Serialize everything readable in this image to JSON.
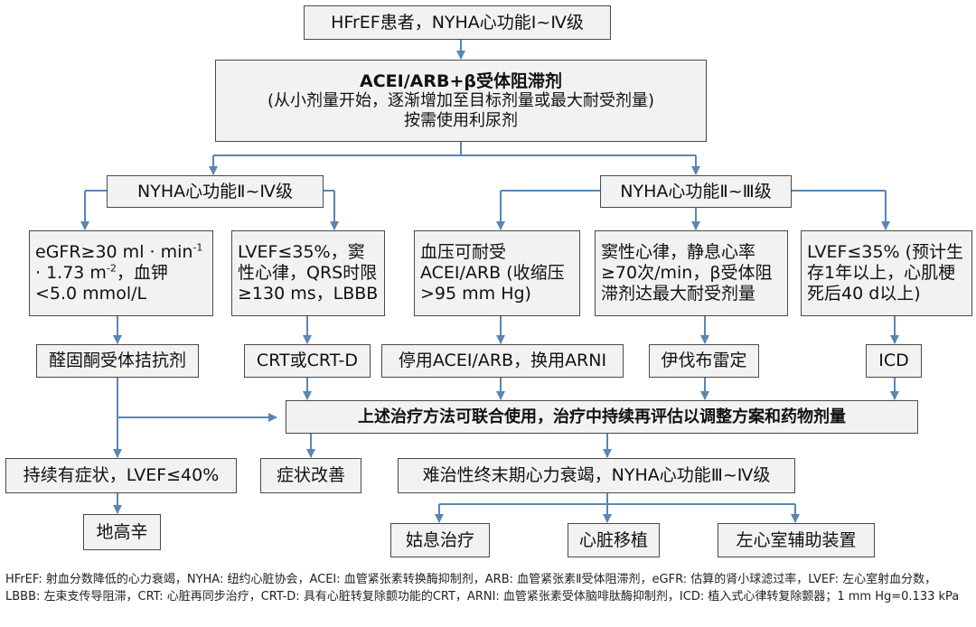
{
  "nodes": {
    "top": "HFrEF患者，NYHA心功能Ⅰ~Ⅳ级",
    "acei_title": "ACEI/ARB+β受体阻滞剂",
    "acei_sub": "(从小剂量开始，逐渐增加至目标剂量或最大耐受剂量)",
    "acei_sub2": "按需使用利尿剂",
    "left_branch": "NYHA心功能Ⅱ~Ⅳ级",
    "right_branch": "NYHA心功能Ⅱ~Ⅲ级",
    "egfr_a": "eGFR≥30 ml · min",
    "egfr_sup1": "-1",
    "egfr_b": "· 1.73 m",
    "egfr_sup2": "-2",
    "egfr_c": "，血钾<5.0 mmol/L",
    "lvef_crt": "LVEF≤35%，窦性心律，QRS时限≥130 ms，LBBB",
    "bp": "血压可耐受ACEI/ARB (收缩压>95 mm Hg)",
    "sinus": "窦性心律，静息心率≥70次/min，β受体阻滞剂达最大耐受剂量",
    "lvef_icd": "LVEF≤35% (预计生存1年以上，心肌梗死后40 d以上)",
    "mra": "醛固酮受体拮抗剂",
    "crt": "CRT或CRT-D",
    "arni": "停用ACEI/ARB，换用ARNI",
    "ivabradine": "伊伐布雷定",
    "icd": "ICD",
    "combine": "上述治疗方法可联合使用，治疗中持续再评估以调整方案和药物剂量",
    "persist": "持续有症状，LVEF≤40%",
    "improve": "症状改善",
    "refractory": "难治性终末期心力衰竭，NYHA心功能Ⅲ~Ⅳ级",
    "digoxin": "地高辛",
    "palliative": "姑息治疗",
    "transplant": "心脏移植",
    "lvad": "左心室辅助装置"
  },
  "footnote": "HFrEF: 射血分数降低的心力衰竭，NYHA: 纽约心脏协会，ACEI: 血管紧张素转换酶抑制剂，ARB: 血管紧张素Ⅱ受体阻滞剂，eGFR: 估算的肾小球滤过率，LVEF: 左心室射血分数，LBBB: 左束支传导阻滞，CRT: 心脏再同步治疗，CRT-D: 具有心脏转复除颤功能的CRT，ARNI: 血管紧张素受体脑啡肽酶抑制剂，ICD: 植入式心律转复除颤器；1 mm Hg=0.133 kPa",
  "colors": {
    "box_fill": "#f2f2f2",
    "box_border": "#4a4a4a",
    "arrow": "#5a86b4"
  }
}
